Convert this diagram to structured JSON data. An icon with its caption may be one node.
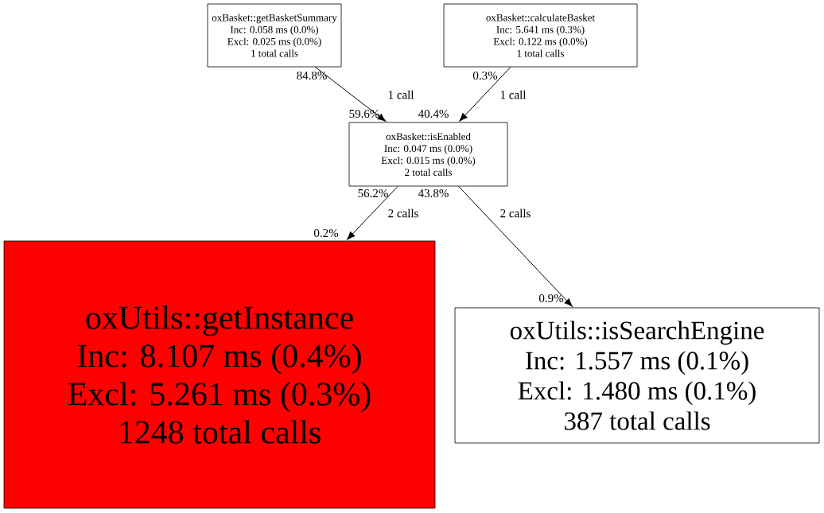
{
  "diagram": {
    "nodes": [
      {
        "text": [
          "oxBasket::getBasketSummary",
          "Inc: 0.058 ms (0.0%)",
          "Excl: 0.025 ms (0.0%)",
          "1 total calls"
        ]
      },
      {
        "text": [
          "oxBasket::calculateBasket",
          "Inc: 5.641 ms (0.3%)",
          "Excl: 0.122 ms (0.0%)",
          "1 total calls"
        ]
      },
      {
        "text": [
          "oxBasket::isEnabled",
          "Inc: 0.047 ms (0.0%)",
          "Excl: 0.015 ms (0.0%)",
          "2 total calls"
        ]
      },
      {
        "text": [
          "oxUtils::getInstance",
          "Inc: 8.107 ms (0.4%)",
          "Excl: 5.261 ms (0.3%)",
          "1248 total calls"
        ]
      },
      {
        "text": [
          "oxUtils::isSearchEngine",
          "Inc: 1.557 ms (0.1%)",
          "Excl: 1.480 ms (0.1%)",
          "387 total calls"
        ]
      }
    ],
    "edges": [
      {
        "from": 0,
        "to": 2,
        "arrow": "to",
        "label": "1 call"
      },
      {
        "from": 1,
        "to": 2,
        "arrow": "to",
        "label": "1 call"
      },
      {
        "from": 2,
        "to": 3,
        "arrow": "to",
        "label": "2 calls"
      },
      {
        "from": 2,
        "to": 4,
        "arrow": "to",
        "label": "2 calls"
      }
    ],
    "labels": [
      "84.8%",
      "0.3%",
      "59.6%",
      "40.4%",
      "56.2%",
      "43.8%",
      "0.2%",
      "0.9%"
    ]
  }
}
